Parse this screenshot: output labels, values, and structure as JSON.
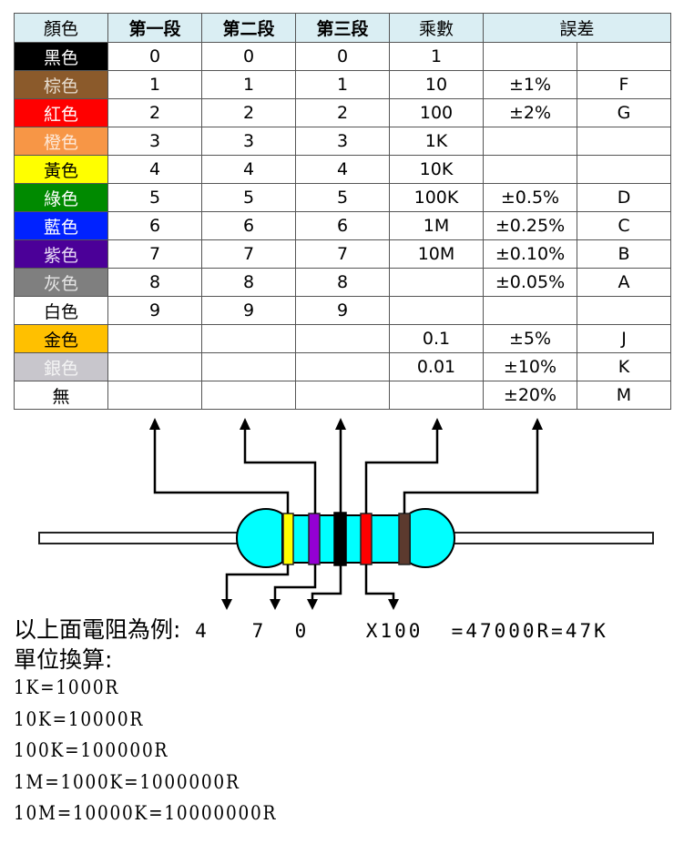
{
  "table": {
    "headers": [
      "顏色",
      "第一段",
      "第二段",
      "第三段",
      "乘數",
      "誤差"
    ],
    "rows": [
      {
        "color_name": "黑色",
        "bg": "#000000",
        "fg": "#ffffff",
        "d1": "0",
        "d2": "0",
        "d3": "0",
        "multiplier": "1",
        "tolerance": "",
        "code": ""
      },
      {
        "color_name": "棕色",
        "bg": "#8b5a2b",
        "fg": "#e6dccf",
        "d1": "1",
        "d2": "1",
        "d3": "1",
        "multiplier": "10",
        "tolerance": "±1%",
        "code": "F"
      },
      {
        "color_name": "紅色",
        "bg": "#ff0000",
        "fg": "#ffffff",
        "d1": "2",
        "d2": "2",
        "d3": "2",
        "multiplier": "100",
        "tolerance": "±2%",
        "code": "G"
      },
      {
        "color_name": "橙色",
        "bg": "#f79646",
        "fg": "#fde9d9",
        "d1": "3",
        "d2": "3",
        "d3": "3",
        "multiplier": "1K",
        "tolerance": "",
        "code": ""
      },
      {
        "color_name": "黃色",
        "bg": "#ffff00",
        "fg": "#000000",
        "d1": "4",
        "d2": "4",
        "d3": "4",
        "multiplier": "10K",
        "tolerance": "",
        "code": ""
      },
      {
        "color_name": "綠色",
        "bg": "#008a00",
        "fg": "#ffffff",
        "d1": "5",
        "d2": "5",
        "d3": "5",
        "multiplier": "100K",
        "tolerance": "±0.5%",
        "code": "D"
      },
      {
        "color_name": "藍色",
        "bg": "#0022ff",
        "fg": "#ffffff",
        "d1": "6",
        "d2": "6",
        "d3": "6",
        "multiplier": "1M",
        "tolerance": "±0.25%",
        "code": "C"
      },
      {
        "color_name": "紫色",
        "bg": "#4b0098",
        "fg": "#e8dcf5",
        "d1": "7",
        "d2": "7",
        "d3": "7",
        "multiplier": "10M",
        "tolerance": "±0.10%",
        "code": "B"
      },
      {
        "color_name": "灰色",
        "bg": "#7f7f7f",
        "fg": "#e6e6e6",
        "d1": "8",
        "d2": "8",
        "d3": "8",
        "multiplier": "",
        "tolerance": "±0.05%",
        "code": "A"
      },
      {
        "color_name": "白色",
        "bg": "#ffffff",
        "fg": "#000000",
        "d1": "9",
        "d2": "9",
        "d3": "9",
        "multiplier": "",
        "tolerance": "",
        "code": ""
      },
      {
        "color_name": "金色",
        "bg": "#ffc000",
        "fg": "#000000",
        "d1": "",
        "d2": "",
        "d3": "",
        "multiplier": "0.1",
        "tolerance": "±5%",
        "code": "J"
      },
      {
        "color_name": "銀色",
        "bg": "#c8c6cc",
        "fg": "#f4f4f4",
        "d1": "",
        "d2": "",
        "d3": "",
        "multiplier": "0.01",
        "tolerance": "±10%",
        "code": "K"
      },
      {
        "color_name": "無",
        "bg": "#ffffff",
        "fg": "#000000",
        "d1": "",
        "d2": "",
        "d3": "",
        "multiplier": "",
        "tolerance": "±20%",
        "code": "M"
      }
    ]
  },
  "resistor": {
    "body_color": "#00ffff",
    "bands": [
      {
        "name": "yellow",
        "color": "#ffff00"
      },
      {
        "name": "violet",
        "color": "#9400d3"
      },
      {
        "name": "black",
        "color": "#000000"
      },
      {
        "name": "red",
        "color": "#ff0000"
      },
      {
        "name": "brown",
        "color": "#5c3a2e"
      }
    ]
  },
  "example": {
    "label": "以上面電阻為例:",
    "digits": " 4   7  0    X100  =47000R=47K"
  },
  "units": {
    "title": "單位換算:",
    "lines": [
      "1K=1000R",
      "10K=10000R",
      "100K=100000R",
      "1M=1000K=1000000R",
      "10M=10000K=10000000R"
    ]
  }
}
